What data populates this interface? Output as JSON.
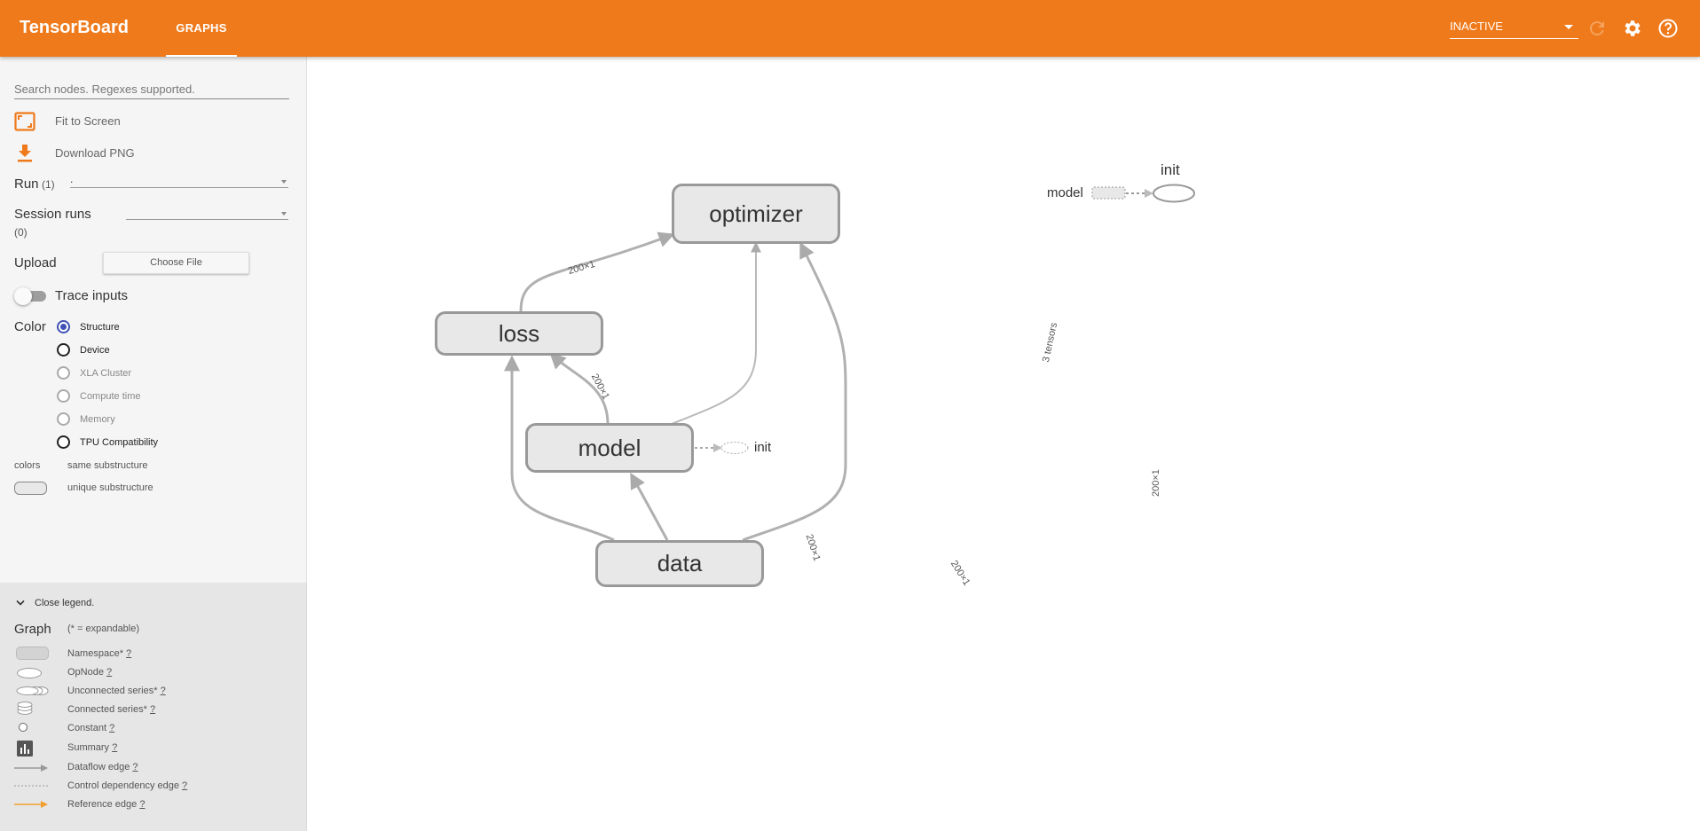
{
  "header": {
    "app_title": "TensorBoard",
    "tab": "GRAPHS",
    "run_status": "INACTIVE",
    "bg_color": "#ef7a1b"
  },
  "sidebar": {
    "search_placeholder": "Search nodes. Regexes supported.",
    "fit_to_screen": "Fit to Screen",
    "download_png": "Download PNG",
    "run_label": "Run",
    "run_count": "(1)",
    "run_value": ".",
    "session_runs_label": "Session runs",
    "session_runs_count": "(0)",
    "upload_label": "Upload",
    "choose_file": "Choose File",
    "trace_inputs": "Trace inputs",
    "color_label": "Color",
    "color_options": [
      {
        "label": "Structure",
        "selected": true,
        "enabled": true
      },
      {
        "label": "Device",
        "selected": false,
        "enabled": true
      },
      {
        "label": "XLA Cluster",
        "selected": false,
        "enabled": false
      },
      {
        "label": "Compute time",
        "selected": false,
        "enabled": false
      },
      {
        "label": "Memory",
        "selected": false,
        "enabled": false
      },
      {
        "label": "TPU Compatibility",
        "selected": false,
        "enabled": true
      }
    ],
    "colors_label": "colors",
    "same_substructure": "same substructure",
    "unique_substructure": "unique substructure"
  },
  "legend": {
    "close_legend": "Close legend.",
    "graph_label": "Graph",
    "expandable_note": "(* = expandable)",
    "items": [
      {
        "label": "Namespace*",
        "q": "?"
      },
      {
        "label": "OpNode",
        "q": "?"
      },
      {
        "label": "Unconnected series*",
        "q": "?"
      },
      {
        "label": "Connected series*",
        "q": "?"
      },
      {
        "label": "Constant",
        "q": "?"
      },
      {
        "label": "Summary",
        "q": "?"
      },
      {
        "label": "Dataflow edge",
        "q": "?"
      },
      {
        "label": "Control dependency edge",
        "q": "?"
      },
      {
        "label": "Reference edge",
        "q": "?"
      }
    ]
  },
  "graph": {
    "nodes": {
      "optimizer": "optimizer",
      "loss": "loss",
      "model": "model",
      "data": "data",
      "init_inline": "init"
    },
    "edges": {
      "loss_to_optimizer": "200×1",
      "model_to_loss": "200×1",
      "model_to_optimizer": "3 tensors",
      "data_to_optimizer": "200×1",
      "data_to_loss": "200×1",
      "data_to_model": "200×1"
    },
    "aux": {
      "init_label": "init",
      "model_label": "model"
    }
  }
}
